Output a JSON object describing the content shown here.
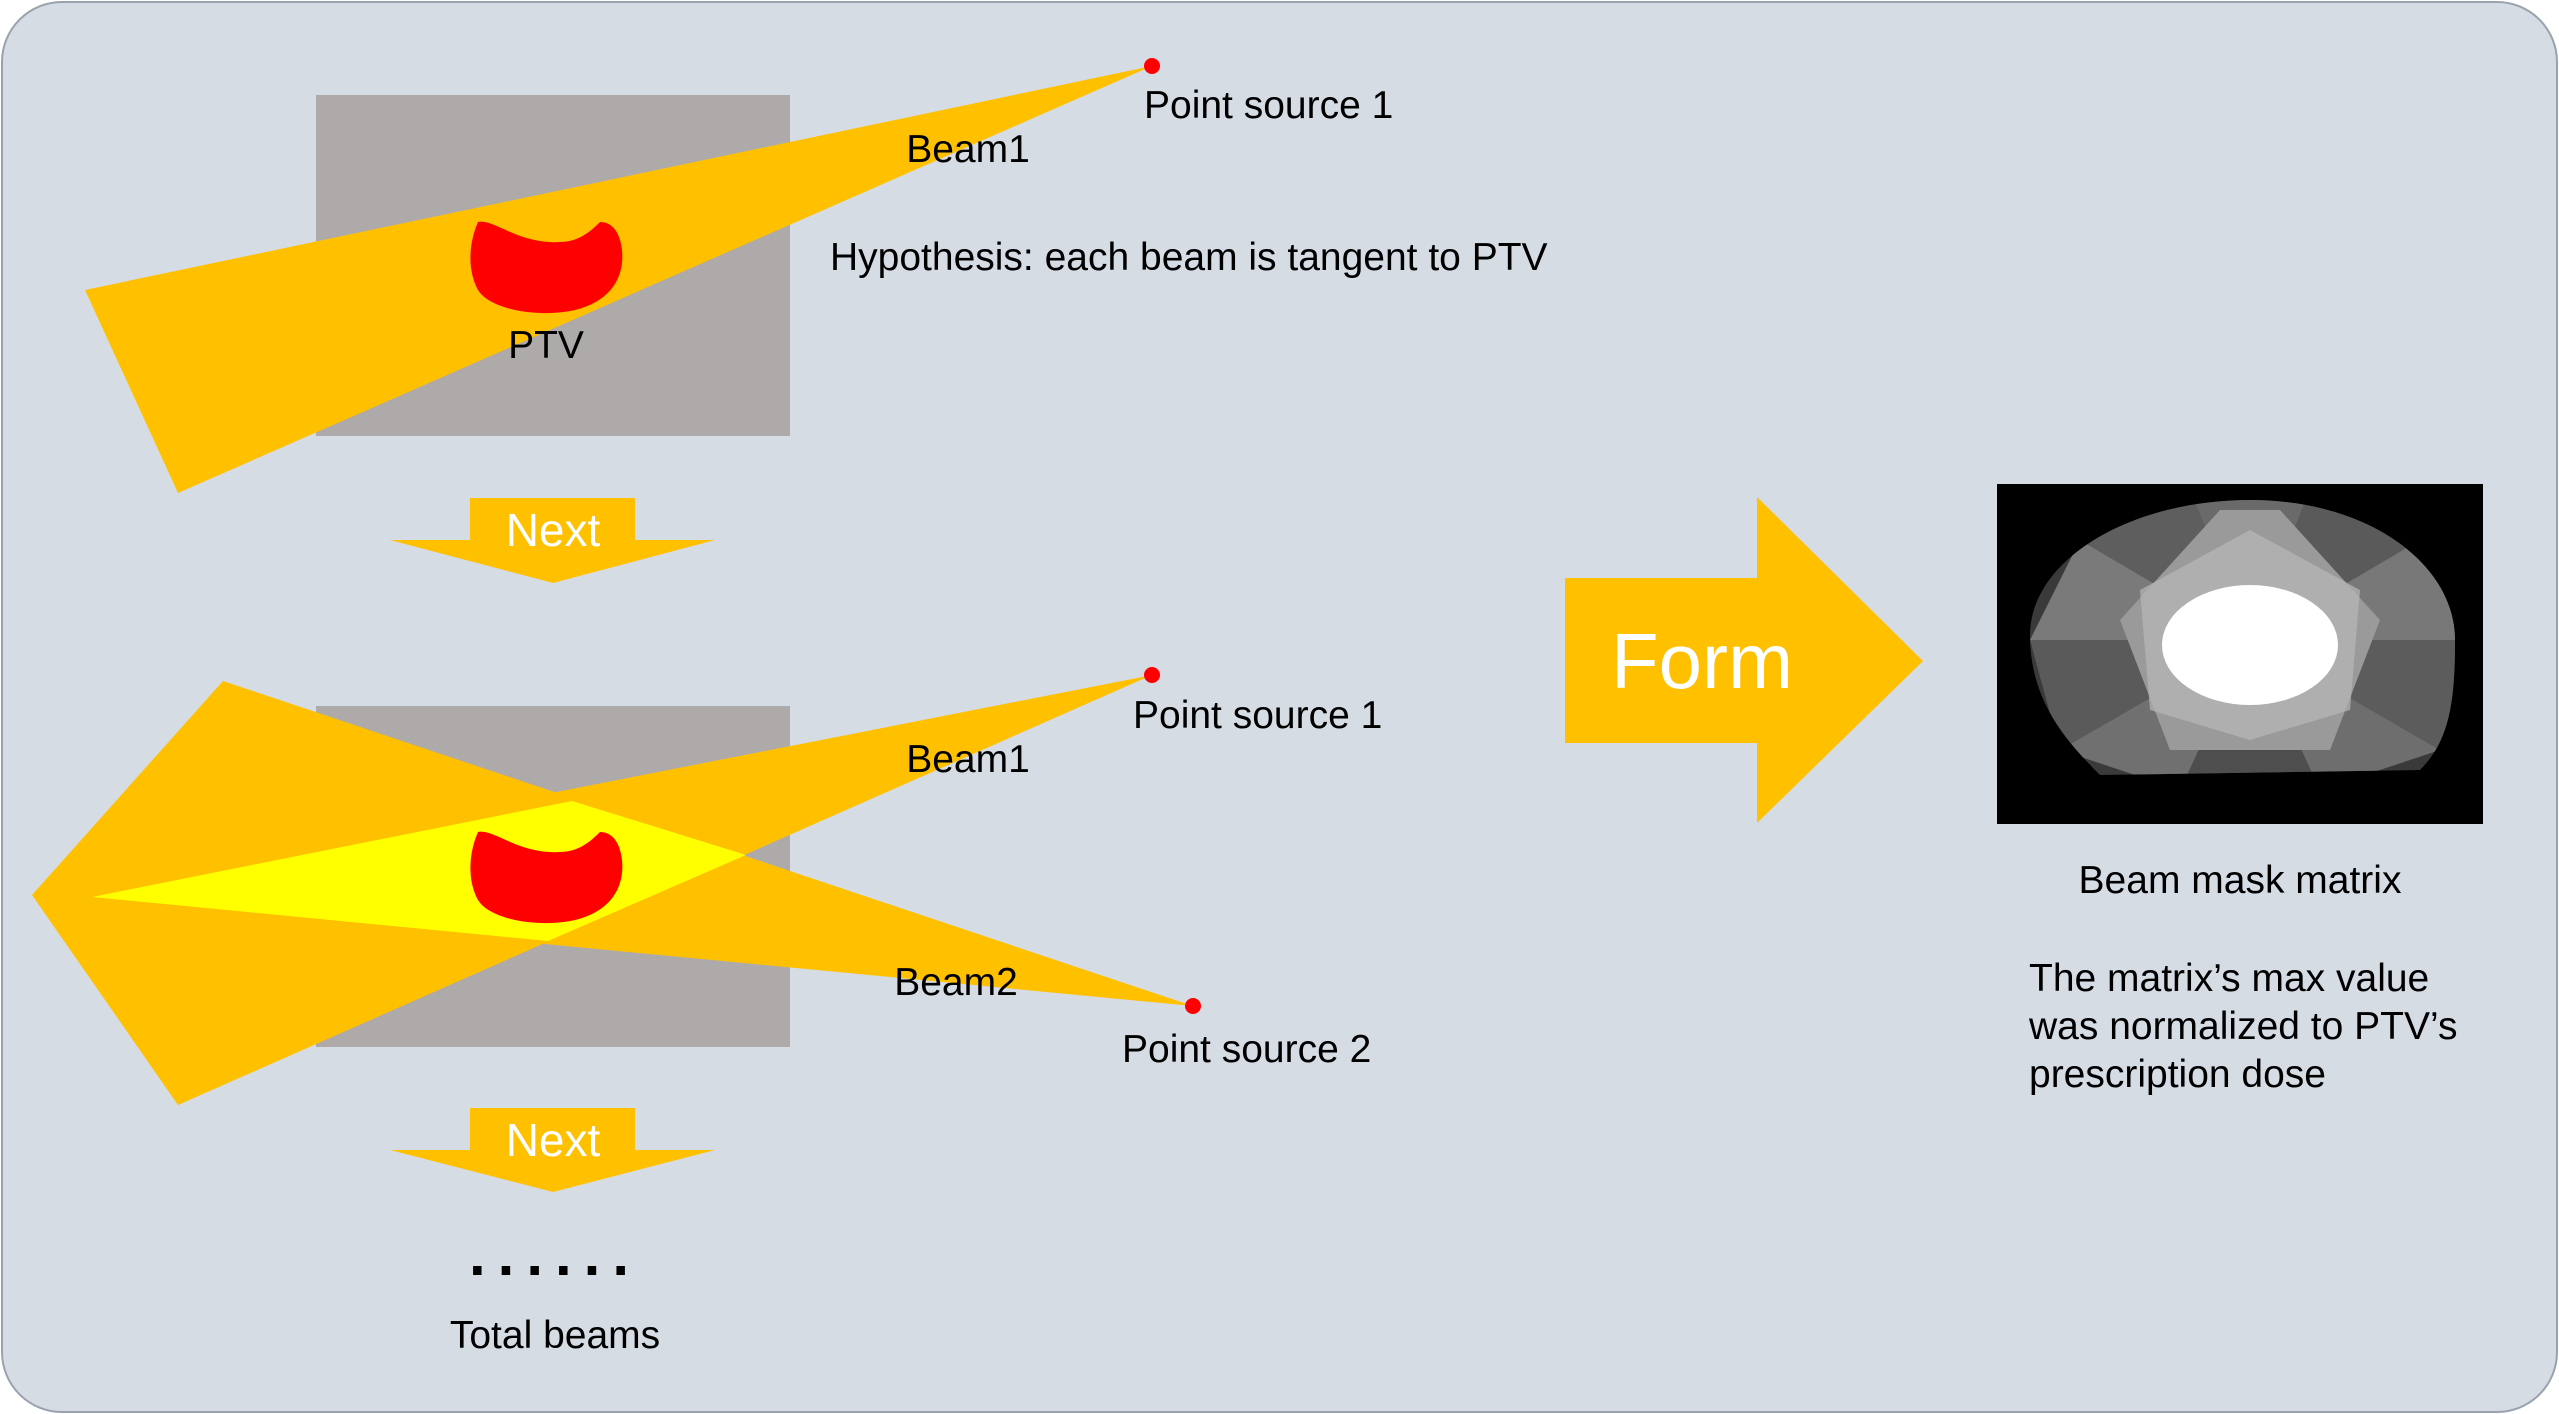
{
  "diagram": {
    "colors": {
      "background": "#d6dce4",
      "body_box": "#aeaaaa",
      "beam": "#ffc000",
      "beam_overlap": "#ffff00",
      "ptv": "#ff0000",
      "point_source": "#ff0000",
      "arrow": "#ffc000",
      "mask_background": "#000000"
    },
    "step1": {
      "beam_label": "Beam1",
      "source_label": "Point source 1",
      "ptv_label": "PTV"
    },
    "hypothesis": "Hypothesis: each beam is tangent to PTV",
    "next_arrow_1": "Next",
    "step2": {
      "beam1_label": "Beam1",
      "source1_label": "Point source 1",
      "beam2_label": "Beam2",
      "source2_label": "Point source 2"
    },
    "next_arrow_2": "Next",
    "ellipsis": "......",
    "total_label": "Total beams",
    "form_arrow": "Form",
    "mask_title": "Beam mask matrix",
    "mask_note": [
      "The matrix’s max value",
      "was normalized to PTV’s",
      "prescription dose"
    ]
  }
}
